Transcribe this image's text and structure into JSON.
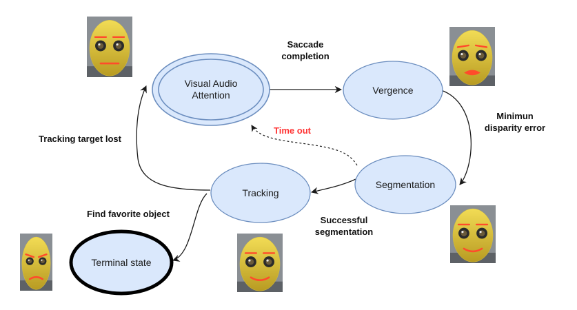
{
  "diagram": {
    "colors": {
      "node_fill": "#dae8fc",
      "node_stroke": "#6c8ebf",
      "edge": "#1a1a1a",
      "timeout_label": "#ff3333",
      "robot_skin": "#d9c23c",
      "robot_lips": "#ff4b2b"
    },
    "nodes": {
      "attention": "Visual Audio\nAttention",
      "vergence": "Vergence",
      "segmentation": "Segmentation",
      "tracking": "Tracking",
      "terminal": "Terminal state"
    },
    "edges": {
      "saccade": "Saccade\ncompletion",
      "disparity": "Minimun\ndisparity error",
      "timeout": "Time out",
      "segmentation_success": "Successful\nsegmentation",
      "target_lost": "Tracking target lost",
      "favorite": "Find favorite object"
    },
    "robot_faces": [
      {
        "expression": "neutral"
      },
      {
        "expression": "surprised"
      },
      {
        "expression": "smiling"
      },
      {
        "expression": "frowning"
      },
      {
        "expression": "happy"
      }
    ]
  }
}
